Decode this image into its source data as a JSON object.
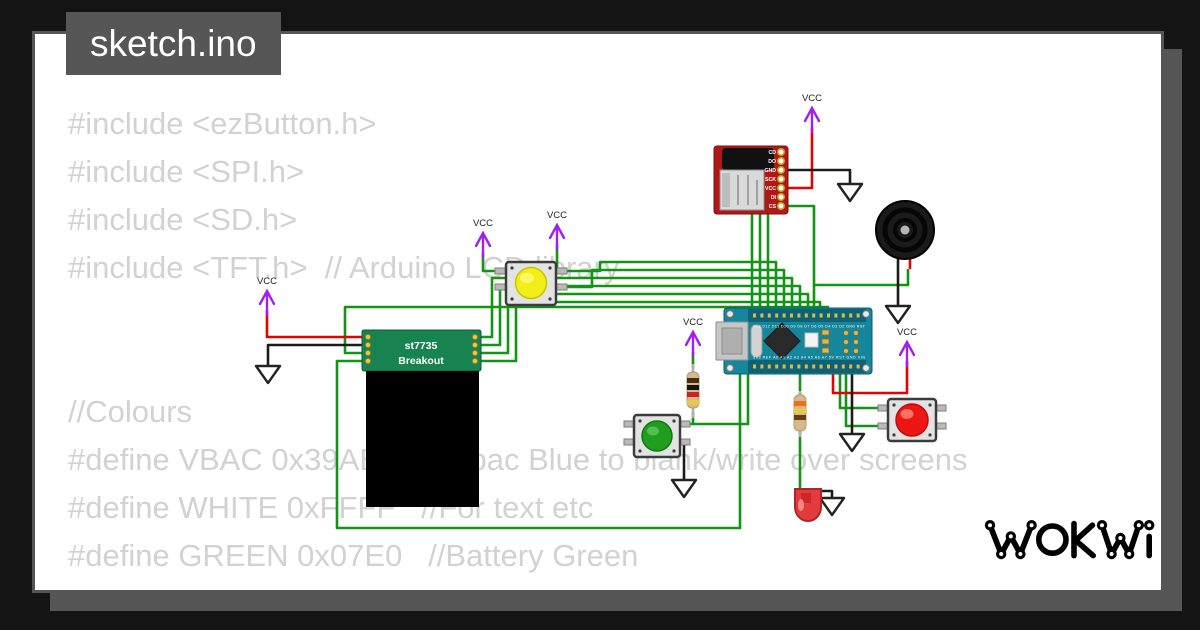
{
  "window": {
    "tab_label": "sketch.ino"
  },
  "brand": {
    "logo_text": "WOKWI"
  },
  "code": {
    "lines": [
      "#include <ezButton.h>",
      "#include <SPI.h>",
      "#include <SD.h>",
      "#include <TFT.h>  // Arduino LCD library",
      "//Colours",
      "#define VBAC 0x39AE   //Vorbac Blue to blank/write over screens",
      "#define WHITE 0xFFFF   //For text etc",
      "#define GREEN 0x07E0   //Battery Green"
    ]
  },
  "labels": {
    "vcc": "VCC"
  },
  "components": {
    "sd_module": {
      "pins": [
        "CD",
        "DO",
        "GND",
        "SCK",
        "VCC",
        "DI",
        "CS"
      ]
    },
    "tft_breakout": {
      "title": "st7735",
      "subtitle": "Breakout"
    },
    "nano": {
      "pins_top": "D13 D12 D11 D10 D9 D8 D7 D6 D5 D4 D3 D2 GND RST",
      "pins_bottom": "3V3 REF A0 A1 A2 A3 A4 A5 A6 A7 5V RST GND VIN"
    }
  },
  "colors": {
    "background": "#141414",
    "card_border": "#555555",
    "wire_green": "#149414",
    "wire_red": "#e60000",
    "wire_black": "#1c1c1c",
    "vcc_purple": "#a020f0",
    "sd_board_red": "#b01818",
    "nano_teal": "#16869c",
    "tft_green": "#178350"
  }
}
